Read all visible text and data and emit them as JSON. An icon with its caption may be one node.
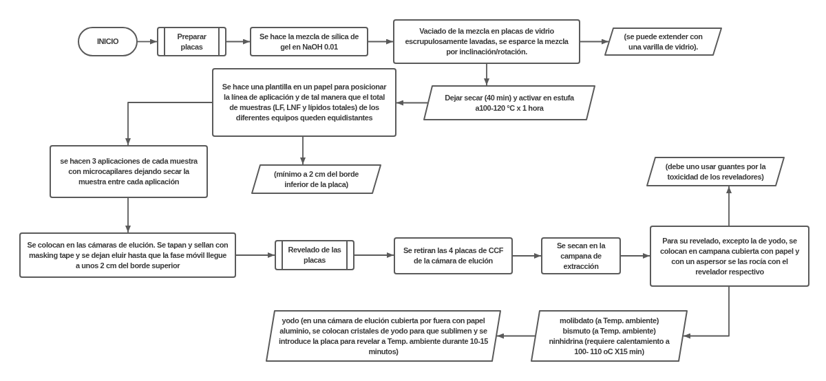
{
  "diagram": {
    "nodes": [
      {
        "text": [
          "INICIO"
        ]
      },
      {
        "text": [
          "Preparar placas"
        ]
      },
      {
        "text": [
          "Se hace la mezcla de sílica de gel en NaOH 0.01"
        ]
      },
      {
        "text": [
          "Vaciado de la mezcla en placas de vidrio escrupulosamente lavadas, se esparce la mezcla por inclinación/rotación."
        ]
      },
      {
        "text": [
          "(se puede extender con una varilla de vidrio)."
        ]
      },
      {
        "text": [
          "Dejar secar (40 min) y activar en estufa a100-120 °C x 1 hora"
        ]
      },
      {
        "text": [
          "Se hace una plantilla en un papel para posicionar la línea de aplicación y de tal manera que el total de muestras (LF, LNF y lípidos totales) de los diferentes equipos queden equidistantes"
        ]
      },
      {
        "text": [
          "se hacen 3 aplicaciones de cada muestra con microcapilares dejando secar la muestra entre cada aplicación"
        ]
      },
      {
        "text": [
          "(mínimo a 2 cm del borde inferior de la placa)"
        ]
      },
      {
        "text": [
          "Se colocan en las cámaras de elución. Se tapan y sellan con masking tape y se dejan eluir hasta que la fase móvil llegue a unos 2 cm del borde superior"
        ]
      },
      {
        "text": [
          "Revelado de las placas"
        ]
      },
      {
        "text": [
          "Se retiran las 4 placas de CCF de la cámara de elución"
        ]
      },
      {
        "text": [
          "Se secan en la campana de extracción"
        ]
      },
      {
        "text": [
          "Para su revelado, excepto la de yodo, se colocan en campana cubierta con papel y con un aspersor se las rocía con el revelador respectivo"
        ]
      },
      {
        "text": [
          "(debe uno usar guantes por la toxicidad de los reveladores)"
        ]
      },
      {
        "text": [
          "molibdato (a Temp. ambiente)",
          "bismuto (a Temp. ambiente)",
          "ninhidrina (requiere calentamiento a 100- 110 oC X15 min)"
        ]
      },
      {
        "text": [
          "yodo (en una cámara de elución cubierta por fuera con papel aluminio, se colocan cristales de yodo para que sublimen y se introduce la placa para revelar a Temp. ambiente durante 10-15 minutos)"
        ]
      }
    ],
    "edges": [
      {
        "from": 0,
        "to": 1,
        "arrow": "to"
      },
      {
        "from": 1,
        "to": 2,
        "arrow": "to"
      },
      {
        "from": 2,
        "to": 3,
        "arrow": "to"
      },
      {
        "from": 3,
        "to": 4,
        "arrow": "to"
      },
      {
        "from": 3,
        "to": 5,
        "arrow": "to"
      },
      {
        "from": 5,
        "to": 6,
        "arrow": "to"
      },
      {
        "from": 6,
        "to": 7,
        "arrow": "to"
      },
      {
        "from": 6,
        "to": 8,
        "arrow": "to"
      },
      {
        "from": 7,
        "to": 9,
        "arrow": "to"
      },
      {
        "from": 9,
        "to": 10,
        "arrow": "to"
      },
      {
        "from": 10,
        "to": 11,
        "arrow": "to"
      },
      {
        "from": 11,
        "to": 12,
        "arrow": "to"
      },
      {
        "from": 12,
        "to": 13,
        "arrow": "to"
      },
      {
        "from": 13,
        "to": 14,
        "arrow": "to"
      },
      {
        "from": 13,
        "to": 15,
        "arrow": "to"
      },
      {
        "from": 15,
        "to": 16,
        "arrow": "to"
      }
    ]
  }
}
